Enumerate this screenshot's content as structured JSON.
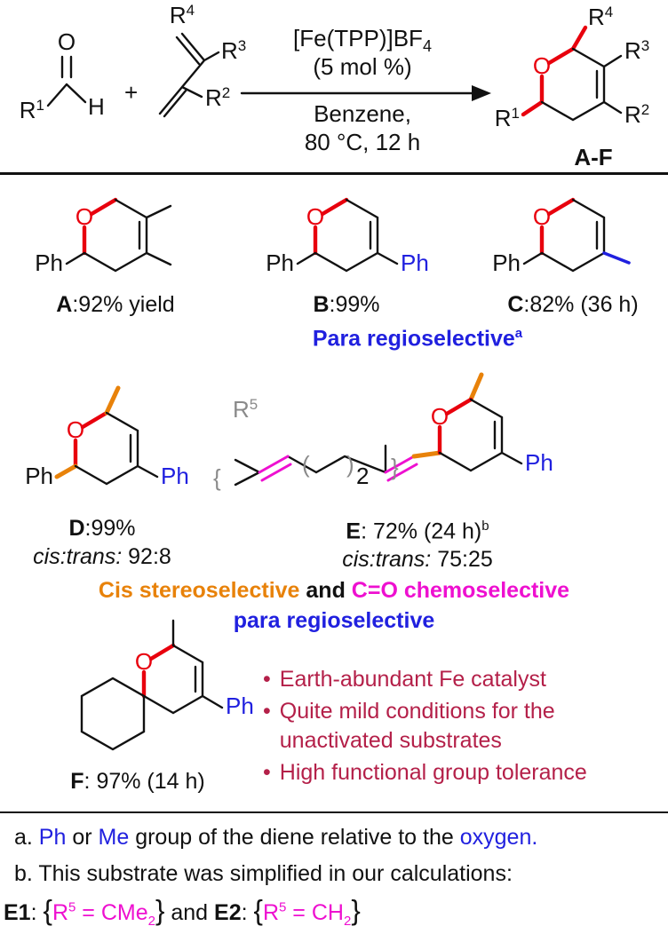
{
  "colors": {
    "red": "#e8000d",
    "blue": "#2020df",
    "orange": "#e8820a",
    "magenta": "#ee10d0",
    "crimson": "#b42049",
    "gray": "#8a8a8a"
  },
  "atoms": {
    "o": "O",
    "h": "H",
    "ph": "Ph",
    "r": "R"
  },
  "sups": {
    "s1": "1",
    "s2": "2",
    "s3": "3",
    "s4": "4",
    "s5": "5"
  },
  "scheme": {
    "plus": "+",
    "cond1": "[Fe(TPP)]BF",
    "cond1_sub": "4",
    "cond2": "(5 mol %)",
    "cond3": "Benzene,",
    "cond4": "80 °C, 12 h",
    "product_tag": "A-F"
  },
  "e_chain": {
    "brace_open": "{",
    "brace_close": "}",
    "paren_open": "(",
    "paren_close": ")",
    "sub2": "2"
  },
  "captions": {
    "a_label": "A",
    "a_text": ":92% yield",
    "b_label": "B",
    "b_text": ":99%",
    "c_label": "C",
    "c_text": ":82% (36 h)",
    "d_label": "D",
    "d_text": ":99%",
    "d_ratio_it": "cis:trans:",
    "d_ratio": " 92:8",
    "e_label": "E",
    "e_text": ": 72% (24 h)",
    "e_note_sup": "b",
    "e_ratio_it": "cis:trans:",
    "e_ratio": " 75:25",
    "f_label": "F",
    "f_text": ": 97% (14 h)"
  },
  "headlines": {
    "para": "Para regioselective",
    "para_sup": "a",
    "cis": "Cis stereoselective",
    "and_word": " and ",
    "chemo": "C=O chemoselective",
    "para2": "para regioselective"
  },
  "bullets": {
    "char": "•",
    "items": [
      "Earth-abundant Fe catalyst",
      "Quite mild conditions for the unactivated substrates",
      "High functional group tolerance"
    ]
  },
  "footnotes": {
    "a1": "a. ",
    "a_ph": "Ph",
    "a2": " or ",
    "a_me": "Me",
    "a3": " group of the diene relative to the ",
    "a4": "oxygen.",
    "b": "b. This substrate was simplified in our calculations:",
    "e1": "E1",
    "e2": "E2",
    "colon": ": ",
    "brace_open": "{",
    "brace_close": "}",
    "and_word": " and ",
    "r": "R",
    "sup5": "5",
    "cme": " = CMe",
    "ch": " = CH",
    "sub2": "2"
  }
}
